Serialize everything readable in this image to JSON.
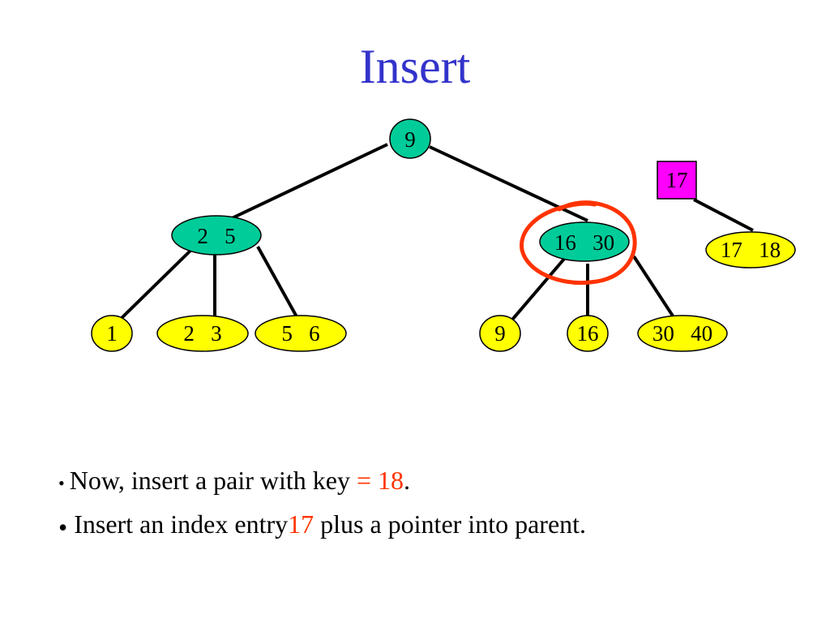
{
  "title": "Insert",
  "colors": {
    "title": "#3333cc",
    "index_node": "#00cc99",
    "leaf_node": "#ffff00",
    "new_index_box": "#ff00ff",
    "highlight_circle": "#ff3300",
    "highlight_text": "#ff3300"
  },
  "diagram": {
    "root": {
      "label": "9"
    },
    "index_nodes": [
      {
        "label": "2   5"
      },
      {
        "label": "16   30"
      }
    ],
    "leaves": [
      {
        "label": "1"
      },
      {
        "label": "2   3"
      },
      {
        "label": "5   6"
      },
      {
        "label": "9"
      },
      {
        "label": "16"
      },
      {
        "label": "30   40"
      }
    ],
    "new_index_entry": {
      "label": "17"
    },
    "new_leaf": {
      "label": "17   18"
    }
  },
  "bullets": [
    {
      "text_before": "Now, insert a pair with key ",
      "highlight": "= 18",
      "text_after": "."
    },
    {
      "text_before": "Insert an index entry",
      "highlight": "17",
      "text_after": " plus a pointer into parent."
    }
  ]
}
